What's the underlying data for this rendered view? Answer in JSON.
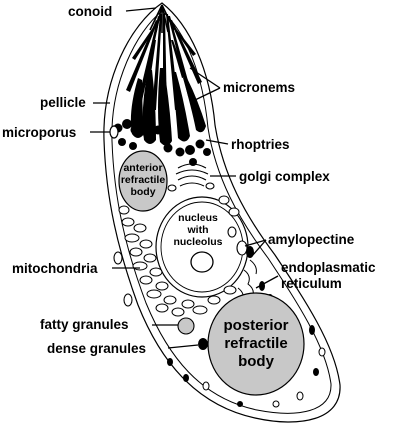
{
  "diagram": {
    "labels": {
      "conoid": "conoid",
      "micronems": "micronems",
      "pellicle": "pellicle",
      "microporus": "microporus",
      "rhoptries": "rhoptries",
      "golgi_complex": "golgi complex",
      "amylopectine": "amylopectine",
      "mitochondria": "mitochondria",
      "endoplasmatic_reticulum": [
        "endoplasmatic",
        "reticulum"
      ],
      "fatty_granules": "fatty granules",
      "dense_granules": "dense granules"
    },
    "inner_labels": {
      "anterior_refractile_body": [
        "anterior",
        "refractile",
        "body"
      ],
      "nucleus": [
        "nucleus",
        "with",
        "nucleolus"
      ],
      "posterior_refractile_body": [
        "posterior",
        "refractile",
        "body"
      ]
    },
    "colors": {
      "outline": "#000000",
      "refractile_body": "#c8c8c8",
      "background": "#ffffff"
    }
  }
}
